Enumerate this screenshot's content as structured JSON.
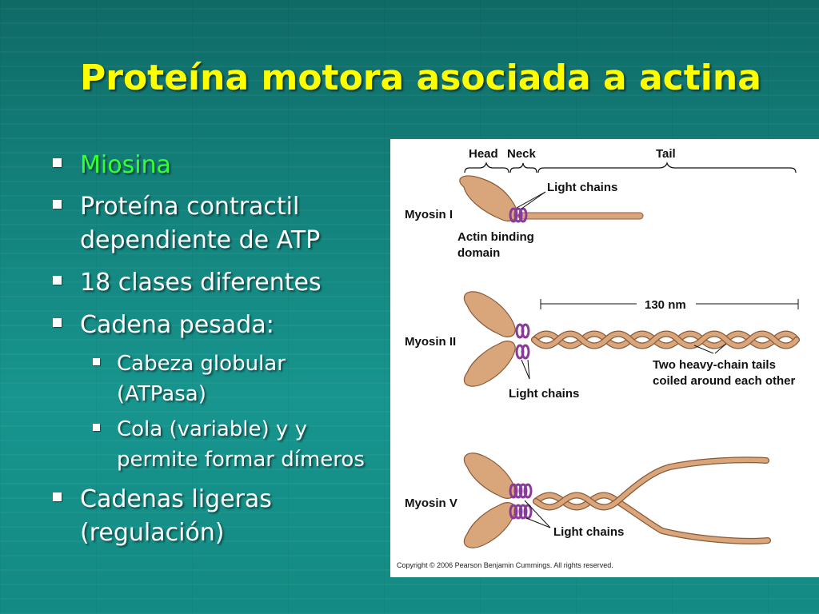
{
  "slide": {
    "title": "Proteína motora asociada a actina",
    "bullets": [
      {
        "lines": [
          "Miosina"
        ],
        "highlight": true
      },
      {
        "lines": [
          "Proteína contractil",
          "dependiente de ATP"
        ]
      },
      {
        "lines": [
          "18 clases diferentes"
        ]
      },
      {
        "lines": [
          "Cadena pesada:"
        ]
      },
      {
        "lines": [
          "Cabeza globular",
          "(ATPasa)"
        ],
        "level": 2
      },
      {
        "lines": [
          "Cola (variable) y y",
          "permite formar dímeros"
        ],
        "level": 2
      },
      {
        "lines": [
          "Cadenas ligeras",
          "(regulación)"
        ]
      }
    ]
  },
  "figure": {
    "labels": {
      "head": "Head",
      "neck": "Neck",
      "tail": "Tail",
      "light_chains_1": "Light chains",
      "myosin_1": "Myosin I",
      "actin_binding_1": "Actin binding",
      "actin_binding_2": "domain",
      "nm": "130 nm",
      "myosin_2": "Myosin II",
      "heavy_tails_1": "Two heavy-chain tails",
      "heavy_tails_2": "coiled around each other",
      "light_chains_2": "Light chains",
      "myosin_5": "Myosin V",
      "light_chains_3": "Light chains",
      "copyright": "Copyright © 2006 Pearson Benjamin Cummings. All rights reserved."
    }
  },
  "colors": {
    "title": "#ffff00",
    "highlight": "#33ff33",
    "head_fill": "#d9a57a",
    "head_stroke": "#8a5a3a",
    "light_chain": "#8a3a9a"
  }
}
